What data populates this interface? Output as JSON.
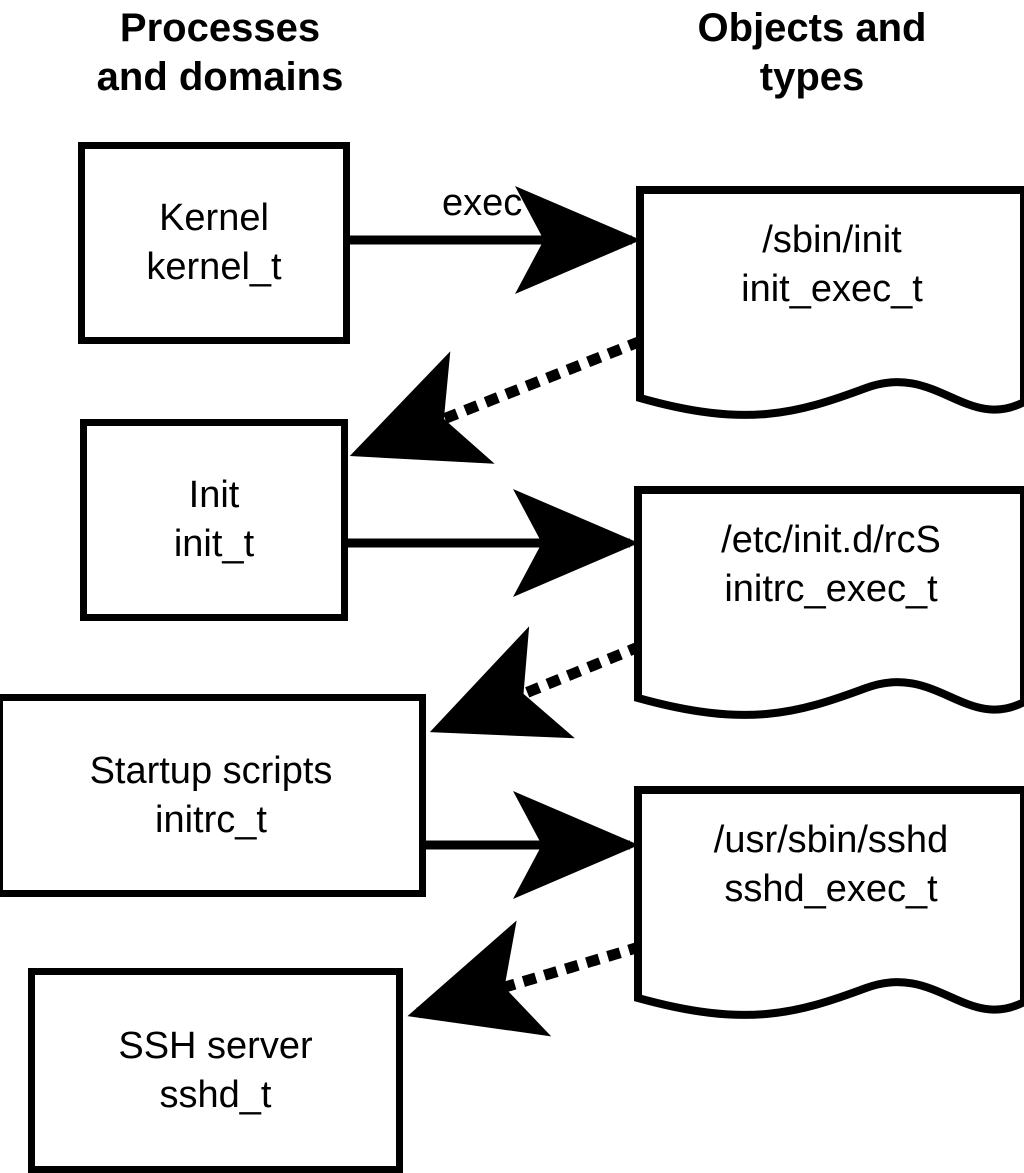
{
  "headers": {
    "left": "Processes\nand domains",
    "right": "Objects and\ntypes"
  },
  "colors": {
    "stroke": "#000000",
    "fill": "#ffffff",
    "text": "#000000"
  },
  "processes": [
    {
      "id": "kernel",
      "title": "Kernel",
      "type": "kernel_t"
    },
    {
      "id": "init",
      "title": "Init",
      "type": "init_t"
    },
    {
      "id": "initrc",
      "title": "Startup scripts",
      "type": "initrc_t"
    },
    {
      "id": "sshd",
      "title": "SSH server",
      "type": "sshd_t"
    }
  ],
  "objects": [
    {
      "id": "init_exec",
      "path": "/sbin/init",
      "type": "init_exec_t"
    },
    {
      "id": "initrc_exec",
      "path": "/etc/init.d/rcS",
      "type": "initrc_exec_t"
    },
    {
      "id": "sshd_exec",
      "path": "/usr/sbin/sshd",
      "type": "sshd_exec_t"
    }
  ],
  "edges": [
    {
      "id": "kernel-exec-init",
      "from": "kernel",
      "to": "init_exec",
      "label": "exec",
      "style": "solid"
    },
    {
      "id": "init_exec-to-init",
      "from": "init_exec",
      "to": "init",
      "label": "",
      "style": "dotted"
    },
    {
      "id": "init-exec-initrc",
      "from": "init",
      "to": "initrc_exec",
      "label": "",
      "style": "solid"
    },
    {
      "id": "initrc_exec-to-initrc",
      "from": "initrc_exec",
      "to": "initrc",
      "label": "",
      "style": "dotted"
    },
    {
      "id": "initrc-exec-sshd",
      "from": "initrc",
      "to": "sshd_exec",
      "label": "",
      "style": "solid"
    },
    {
      "id": "sshd_exec-to-sshd",
      "from": "sshd_exec",
      "to": "sshd",
      "label": "",
      "style": "dotted"
    }
  ],
  "edge_labels": {
    "exec": "exec"
  }
}
